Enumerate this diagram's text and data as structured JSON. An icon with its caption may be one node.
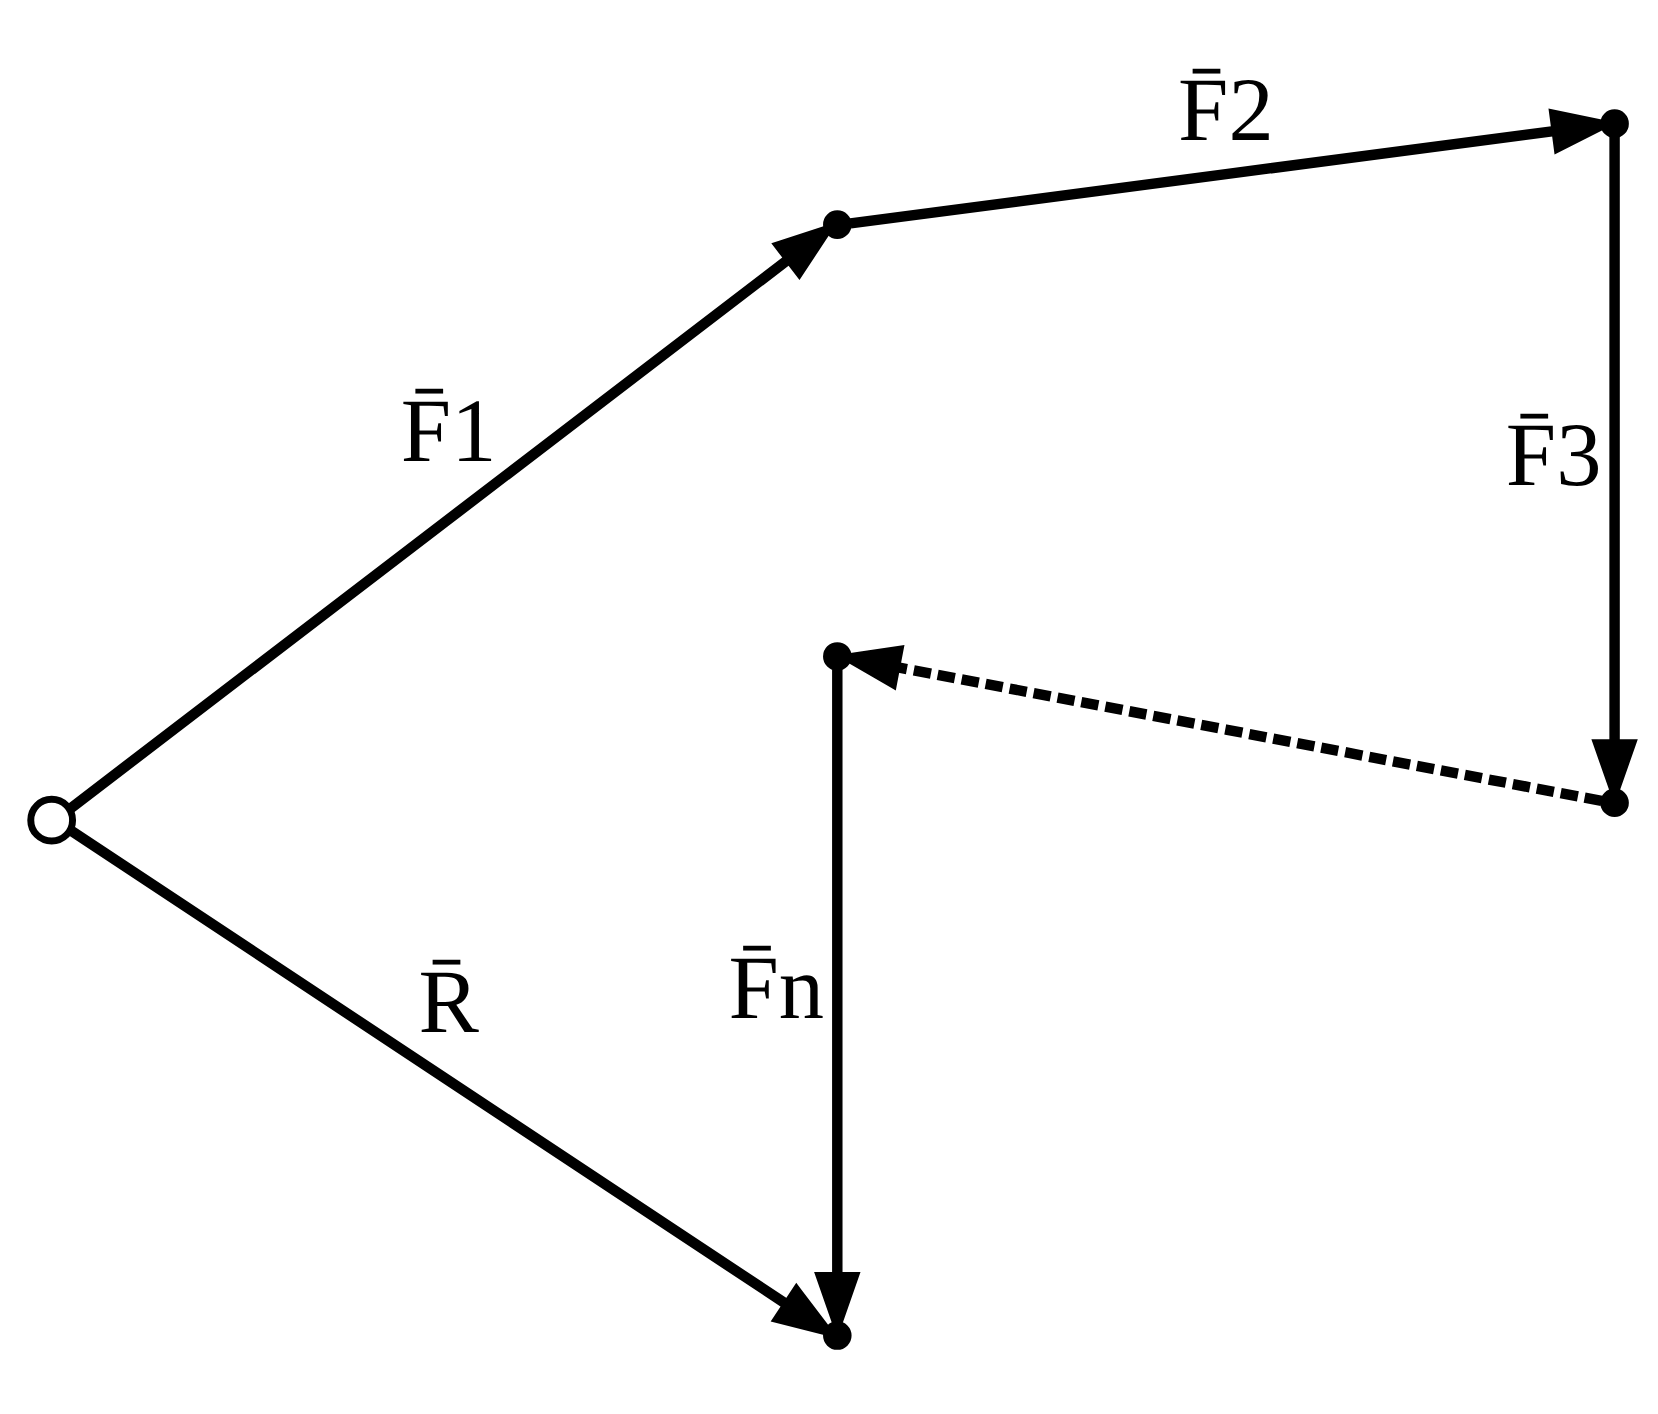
{
  "diagram": {
    "nodes": [
      {
        "text": [],
        "shape": "circle"
      },
      {
        "text": [],
        "shape": "point"
      },
      {
        "text": [],
        "shape": "point"
      },
      {
        "text": [],
        "shape": "point"
      },
      {
        "text": [],
        "shape": "point"
      },
      {
        "text": [],
        "shape": "point"
      }
    ],
    "edges": [
      {
        "from": 0,
        "to": 1,
        "arrow": "to",
        "label": "F̄1"
      },
      {
        "from": 1,
        "to": 2,
        "arrow": "to",
        "label": "F̄2"
      },
      {
        "from": 2,
        "to": 3,
        "arrow": "to",
        "label": "F̄3"
      },
      {
        "from": 3,
        "to": 4,
        "arrow": "to",
        "style": "dashed"
      },
      {
        "from": 4,
        "to": 5,
        "arrow": "to",
        "label": "F̄n"
      },
      {
        "from": 0,
        "to": 5,
        "arrow": "to",
        "label": "R̄"
      }
    ]
  }
}
